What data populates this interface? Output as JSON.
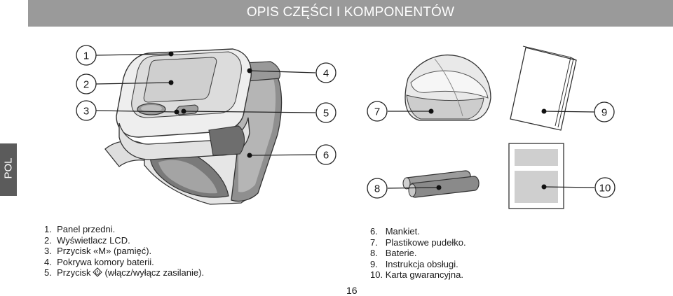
{
  "header": {
    "title": "OPIS CZĘŚCI I KOMPONENTÓW"
  },
  "side_tab": {
    "label": "POL"
  },
  "callouts": [
    "1",
    "2",
    "3",
    "4",
    "5",
    "6",
    "7",
    "8",
    "9",
    "10"
  ],
  "legend_left": [
    {
      "num": "1.",
      "text": "Panel przedni."
    },
    {
      "num": "2.",
      "text": "Wyświetlacz LCD."
    },
    {
      "num": "3.",
      "text": "Przycisk «M» (pamięć)."
    },
    {
      "num": "4.",
      "text": "Pokrywa komory baterii."
    },
    {
      "num": "5.",
      "text_before": "Przycisk",
      "text_after": "(włącz/wyłącz zasilanie).",
      "icon": "power-icon"
    }
  ],
  "legend_right": [
    {
      "num": "6.",
      "text": "Mankiet."
    },
    {
      "num": "7.",
      "text": "Plastikowe pudełko."
    },
    {
      "num": "8.",
      "text": "Baterie."
    },
    {
      "num": "9.",
      "text": "Instrukcja obsługi."
    },
    {
      "num": "10.",
      "text": "Karta gwarancyjna."
    }
  ],
  "page_number": "16",
  "colors": {
    "header": "#9a9a9a",
    "side_tab": "#5b5b5b"
  }
}
